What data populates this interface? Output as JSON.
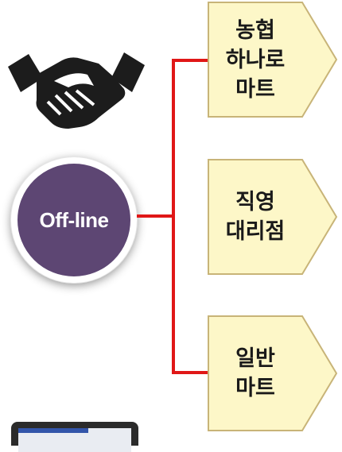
{
  "hub": {
    "label": "Off-line"
  },
  "channels": [
    {
      "lines": [
        "농협",
        "하나로",
        "마트"
      ]
    },
    {
      "lines": [
        "직영",
        "대리점"
      ]
    },
    {
      "lines": [
        "일반",
        "마트"
      ]
    }
  ],
  "icons": [
    "handshake-icon",
    "laptop-icon"
  ],
  "colors": {
    "hub_fill": "#5d4673",
    "connector": "#e01717",
    "chevron_fill": "#fdf7c8",
    "chevron_border": "#c8b478"
  }
}
